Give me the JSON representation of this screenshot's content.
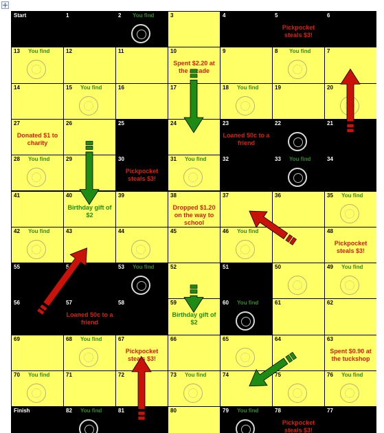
{
  "cells": [
    {
      "num": "Start",
      "type": "b"
    },
    {
      "num": "1",
      "type": "b"
    },
    {
      "num": "2",
      "type": "b",
      "label": "You find",
      "coin": true
    },
    {
      "num": "3",
      "type": "y"
    },
    {
      "num": "4",
      "type": "b"
    },
    {
      "num": "5",
      "type": "b",
      "text": "Pickpocket steals $3!",
      "textColor": "red"
    },
    {
      "num": "6",
      "type": "b"
    },
    {
      "num": "7",
      "type": "y"
    },
    {
      "num": "8",
      "type": "y",
      "label": "You find",
      "coin": true
    },
    {
      "num": "9",
      "type": "y"
    },
    {
      "num": "10",
      "type": "y",
      "text": "Spent $2.20 at the arcade",
      "textColor": "red"
    },
    {
      "num": "11",
      "type": "y"
    },
    {
      "num": "12",
      "type": "y"
    },
    {
      "num": "13",
      "type": "y",
      "label": "You find",
      "coin": true
    },
    {
      "num": "14",
      "type": "y"
    },
    {
      "num": "15",
      "type": "y",
      "label": "You find",
      "coin": true
    },
    {
      "num": "16",
      "type": "y"
    },
    {
      "num": "17",
      "type": "y"
    },
    {
      "num": "18",
      "type": "y",
      "label": "You find",
      "coin": true
    },
    {
      "num": "19",
      "type": "y"
    },
    {
      "num": "20",
      "type": "y",
      "coin": true
    },
    {
      "num": "21",
      "type": "b"
    },
    {
      "num": "22",
      "type": "b",
      "coin": true
    },
    {
      "num": "23",
      "type": "b",
      "text": "Loaned 50c to a friend",
      "textColor": "red"
    },
    {
      "num": "24",
      "type": "y"
    },
    {
      "num": "25",
      "type": "b"
    },
    {
      "num": "26",
      "type": "y"
    },
    {
      "num": "27",
      "type": "y",
      "text": "Donated $1 to charity",
      "textColor": "red"
    },
    {
      "num": "28",
      "type": "y",
      "label": "You find",
      "coin": true
    },
    {
      "num": "29",
      "type": "y"
    },
    {
      "num": "30",
      "type": "b",
      "text": "Pickpocket steals $3!",
      "textColor": "red"
    },
    {
      "num": "31",
      "type": "y",
      "label": "You find",
      "coin": true
    },
    {
      "num": "32",
      "type": "b"
    },
    {
      "num": "33",
      "type": "b",
      "label": "You find",
      "coin": true
    },
    {
      "num": "34",
      "type": "b"
    },
    {
      "num": "35",
      "type": "y",
      "label": "You find",
      "coin": true
    },
    {
      "num": "36",
      "type": "y"
    },
    {
      "num": "37",
      "type": "y"
    },
    {
      "num": "38",
      "type": "y",
      "text": "Dropped $1.20 on the way to school",
      "textColor": "red"
    },
    {
      "num": "39",
      "type": "y"
    },
    {
      "num": "40",
      "type": "y",
      "text": "Birthday gift of $2",
      "textColor": "grn"
    },
    {
      "num": "41",
      "type": "y"
    },
    {
      "num": "42",
      "type": "y",
      "label": "You find",
      "coin": true
    },
    {
      "num": "43",
      "type": "y"
    },
    {
      "num": "44",
      "type": "y",
      "coin": true
    },
    {
      "num": "45",
      "type": "y"
    },
    {
      "num": "46",
      "type": "y",
      "label": "You find",
      "coin": true
    },
    {
      "num": "47",
      "type": "y"
    },
    {
      "num": "48",
      "type": "y",
      "text": "Pickpocket steals $3!",
      "textColor": "red"
    },
    {
      "num": "49",
      "type": "y",
      "label": "You find",
      "coin": true
    },
    {
      "num": "50",
      "type": "y",
      "coin": true
    },
    {
      "num": "51",
      "type": "b"
    },
    {
      "num": "52",
      "type": "y"
    },
    {
      "num": "53",
      "type": "b",
      "label": "You find",
      "coin": true
    },
    {
      "num": "54",
      "type": "b"
    },
    {
      "num": "55",
      "type": "b"
    },
    {
      "num": "56",
      "type": "b"
    },
    {
      "num": "57",
      "type": "b",
      "text": "Loaned 50c to a friend",
      "textColor": "red"
    },
    {
      "num": "58",
      "type": "b"
    },
    {
      "num": "59",
      "type": "y",
      "text": "Birthday gift of $2",
      "textColor": "grn"
    },
    {
      "num": "60",
      "type": "b",
      "label": "You find",
      "coin": true
    },
    {
      "num": "61",
      "type": "y"
    },
    {
      "num": "62",
      "type": "y"
    },
    {
      "num": "63",
      "type": "y",
      "text": "Spent $0.90 at the tuckshop",
      "textColor": "red"
    },
    {
      "num": "64",
      "type": "y"
    },
    {
      "num": "65",
      "type": "y",
      "coin": true
    },
    {
      "num": "66",
      "type": "y"
    },
    {
      "num": "67",
      "type": "y",
      "text": "Pickpocket steals $3!",
      "textColor": "red"
    },
    {
      "num": "68",
      "type": "y",
      "label": "You find",
      "coin": true
    },
    {
      "num": "69",
      "type": "y"
    },
    {
      "num": "70",
      "type": "y",
      "label": "You find",
      "coin": true
    },
    {
      "num": "71",
      "type": "y"
    },
    {
      "num": "72",
      "type": "y"
    },
    {
      "num": "73",
      "type": "y",
      "label": "You find",
      "coin": true
    },
    {
      "num": "74",
      "type": "y"
    },
    {
      "num": "75",
      "type": "y",
      "coin": true
    },
    {
      "num": "76",
      "type": "y",
      "label": "You find",
      "coin": true
    },
    {
      "num": "77",
      "type": "b"
    },
    {
      "num": "78",
      "type": "b",
      "text": "Pickpocket steals $3!",
      "textColor": "red"
    },
    {
      "num": "79",
      "type": "b",
      "label": "You find",
      "coin": true
    },
    {
      "num": "80",
      "type": "y"
    },
    {
      "num": "81",
      "type": "b"
    },
    {
      "num": "82",
      "type": "b",
      "label": "You find",
      "coin": true
    },
    {
      "num": "Finish",
      "type": "b"
    }
  ],
  "arrows": [
    {
      "name": "arrow-10-to-24",
      "color": "#1e8c14",
      "from": 10,
      "to": 24
    },
    {
      "name": "arrow-26-to-40",
      "color": "#1e8c14",
      "from": 26,
      "to": 40
    },
    {
      "name": "arrow-52-to-59",
      "color": "#1e8c14",
      "from": 52,
      "to": 59
    },
    {
      "name": "arrow-64-to-74",
      "color": "#1e8c14",
      "from": 64,
      "to": 74
    },
    {
      "name": "arrow-21-to-7",
      "color": "#c8120a",
      "from": 21,
      "to": 7
    },
    {
      "name": "arrow-47-to-37",
      "color": "#c8120a",
      "from": 47,
      "to": 37
    },
    {
      "name": "arrow-56-to-43",
      "color": "#c8120a",
      "from": 56,
      "to": 43
    },
    {
      "name": "arrow-81-to-67",
      "color": "#c8120a",
      "from": 81,
      "to": 67
    }
  ]
}
